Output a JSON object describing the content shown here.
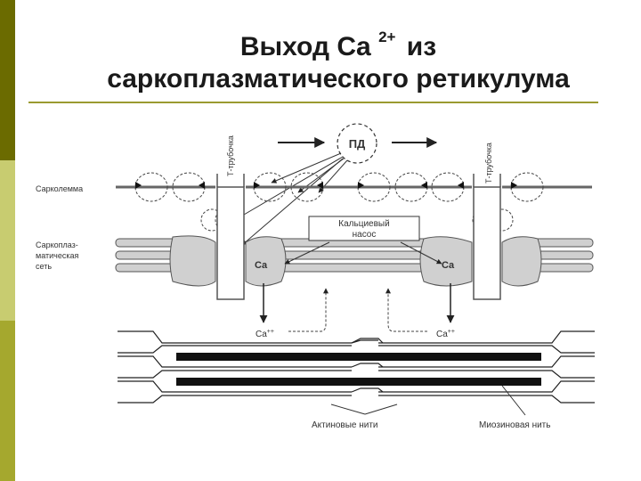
{
  "slide": {
    "title_prefix": "Выход Ca",
    "title_sup": "2+",
    "title_suffix": "из",
    "title_line2": "саркоплазматического ретикулума",
    "accent_color": "#9a9a30",
    "sidebar_colors": [
      "#6b6b00",
      "#c8cc70",
      "#a5a82e"
    ]
  },
  "diagram": {
    "action_potential": "ПД",
    "t_tubule": "Т-трубочка",
    "sarcolemma": "Сарколемма",
    "sr_line1": "Саркоплаз-",
    "sr_line2": "матическая",
    "sr_line3": "сеть",
    "pump_line1": "Кальциевый",
    "pump_line2": "насос",
    "ca": "Ca",
    "ca_release": "Ca",
    "ca_release_sup": "++",
    "actin": "Актиновые нити",
    "myosin": "Миозиновая нить"
  }
}
